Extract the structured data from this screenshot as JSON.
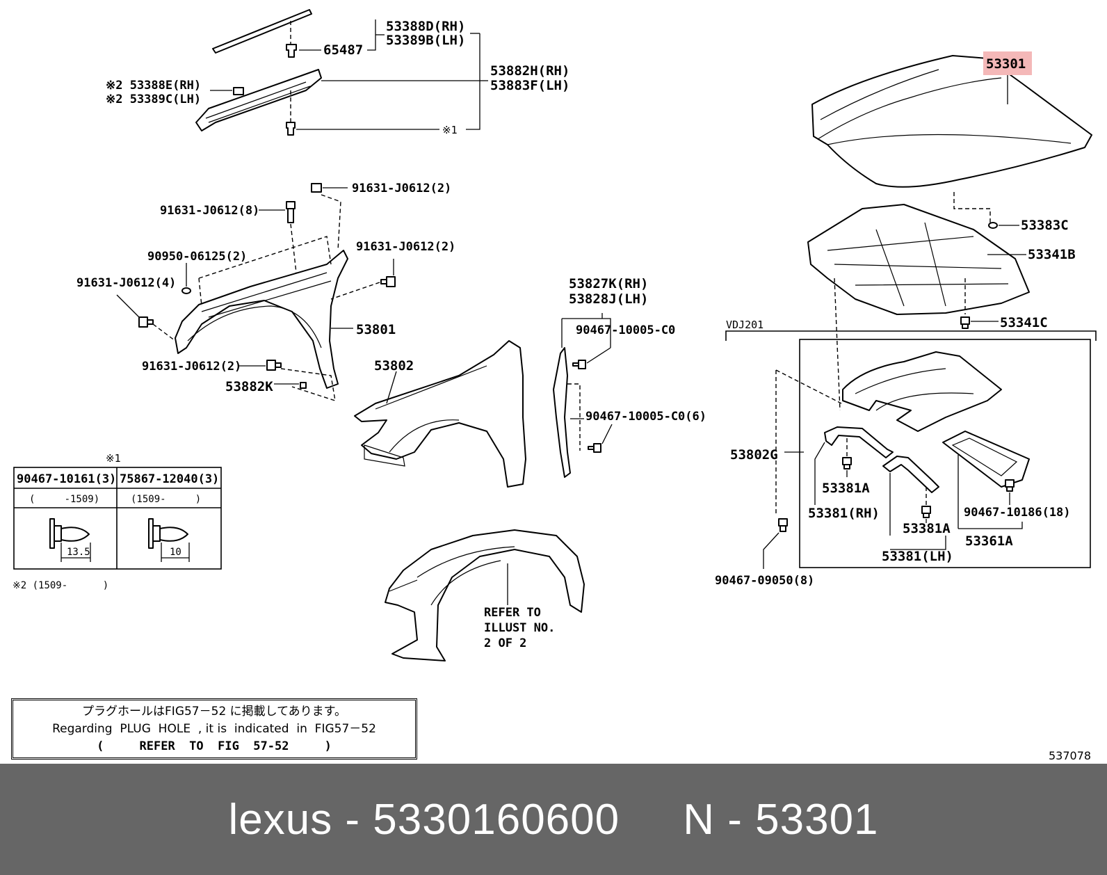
{
  "diagram": {
    "hood": {
      "part_no": "53301",
      "highlight_color": "#f4b8b8"
    },
    "labels": {
      "l_53388D": "53388D(RH)",
      "l_53389B": "53389B(LH)",
      "l_65487": "65487",
      "l_53882H": "53882H(RH)",
      "l_53883F": "53883F(LH)",
      "l_53388E": "※2 53388E(RH)",
      "l_53389C": "※2 53389C(LH)",
      "l_ref1": "※1",
      "l_91631a": "91631-J0612(2)",
      "l_91631b": "91631-J0612(8)",
      "l_90950": "90950-06125(2)",
      "l_91631c": "91631-J0612(2)",
      "l_91631d": "91631-J0612(4)",
      "l_53801": "53801",
      "l_91631e": "91631-J0612(2)",
      "l_53882K": "53882K",
      "l_53802": "53802",
      "l_53827K": "53827K(RH)",
      "l_53828J": "53828J(LH)",
      "l_90467a": "90467-10005-C0",
      "l_90467b": "90467-10005-C0(6)",
      "l_53383C": "53383C",
      "l_53341B": "53341B",
      "l_53341C": "53341C",
      "l_vdj": "VDJ201",
      "l_53802G": "53802G",
      "l_53381A_1": "53381A",
      "l_53381RH": "53381(RH)",
      "l_53381A_2": "53381A",
      "l_53381LH": "53381(LH)",
      "l_90467c": "90467-10186(18)",
      "l_53361A": "53361A",
      "l_90467d": "90467-09050(8)",
      "l_refer1": "REFER TO",
      "l_refer2": "ILLUST NO.",
      "l_refer3": "2 OF 2"
    },
    "table": {
      "title": "※1",
      "col1_part": "90467-10161(3)",
      "col2_part": "75867-12040(3)",
      "col1_range": "(     -1509)",
      "col2_range": "(1509-     )",
      "col1_dim": "13.5",
      "col2_dim": "10",
      "footnote": "※2 (1509-      )"
    },
    "note": {
      "line1": "プラグホールはFIG57－52 に掲載してあります。",
      "line2": "Regarding  PLUG  HOLE  , it is  indicated  in  FIG57－52",
      "line3": "(     REFER  TO  FIG  57-52     )"
    },
    "illustration_no": "537078"
  },
  "footer": {
    "text": "lexus - 5330160600     N - 53301"
  }
}
